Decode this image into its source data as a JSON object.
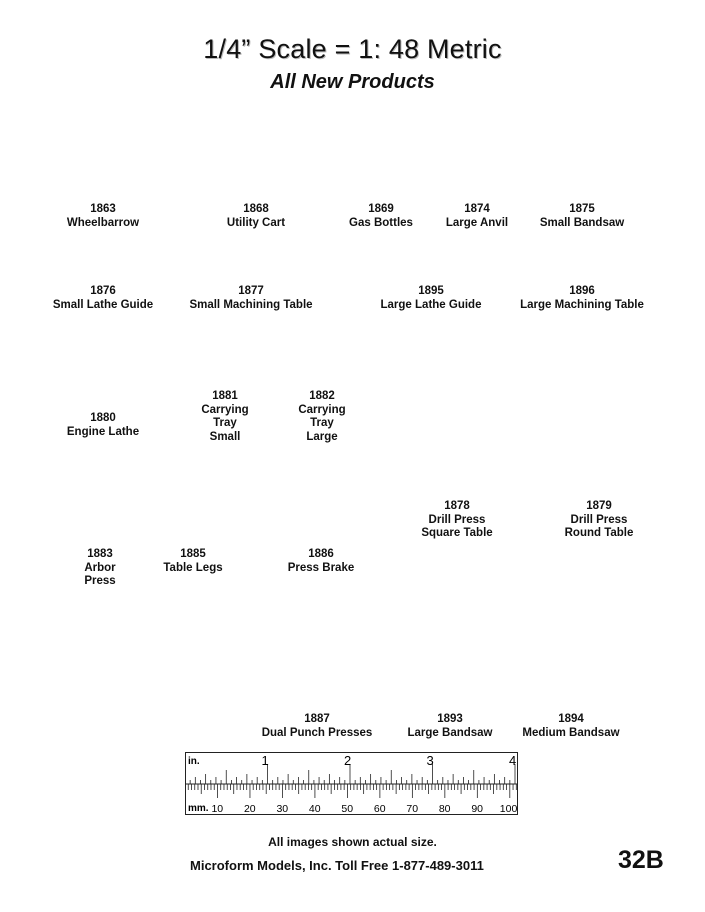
{
  "header": {
    "title": "1/4” Scale = 1: 48 Metric",
    "subtitle": "All New Products"
  },
  "products": [
    {
      "id": "1863",
      "name": [
        "Wheelbarrow"
      ]
    },
    {
      "id": "1868",
      "name": [
        "Utility Cart"
      ]
    },
    {
      "id": "1869",
      "name": [
        "Gas Bottles"
      ]
    },
    {
      "id": "1874",
      "name": [
        "Large Anvil"
      ]
    },
    {
      "id": "1875",
      "name": [
        "Small Bandsaw"
      ]
    },
    {
      "id": "1876",
      "name": [
        "Small Lathe Guide"
      ]
    },
    {
      "id": "1877",
      "name": [
        "Small Machining Table"
      ]
    },
    {
      "id": "1895",
      "name": [
        "Large Lathe Guide"
      ]
    },
    {
      "id": "1896",
      "name": [
        "Large Machining Table"
      ]
    },
    {
      "id": "1880",
      "name": [
        "Engine Lathe"
      ]
    },
    {
      "id": "1881",
      "name": [
        "Carrying",
        "Tray",
        "Small"
      ]
    },
    {
      "id": "1882",
      "name": [
        "Carrying",
        "Tray",
        "Large"
      ]
    },
    {
      "id": "1878",
      "name": [
        "Drill Press",
        "Square Table"
      ]
    },
    {
      "id": "1879",
      "name": [
        "Drill Press",
        "Round Table"
      ]
    },
    {
      "id": "1883",
      "name": [
        "Arbor",
        "Press"
      ]
    },
    {
      "id": "1885",
      "name": [
        "Table Legs"
      ]
    },
    {
      "id": "1886",
      "name": [
        "Press Brake"
      ]
    },
    {
      "id": "1887",
      "name": [
        "Dual Punch Presses"
      ]
    },
    {
      "id": "1893",
      "name": [
        "Large Bandsaw"
      ]
    },
    {
      "id": "1894",
      "name": [
        "Medium Bandsaw"
      ]
    }
  ],
  "ruler": {
    "inch_unit": "in.",
    "inch_labels": [
      "1",
      "2",
      "3",
      "4"
    ],
    "mm_unit": "mm.",
    "mm_labels": [
      "10",
      "20",
      "30",
      "40",
      "50",
      "60",
      "70",
      "80",
      "90",
      "100"
    ]
  },
  "footer": {
    "note": "All images shown actual size.",
    "company": "Microform Models, Inc.   Toll Free 1-877-489-3011",
    "page_number": "32B"
  },
  "colors": {
    "metal": "#6e6e6e",
    "metal_dark": "#3a3a3a",
    "metal_light": "#a8a8a8"
  }
}
